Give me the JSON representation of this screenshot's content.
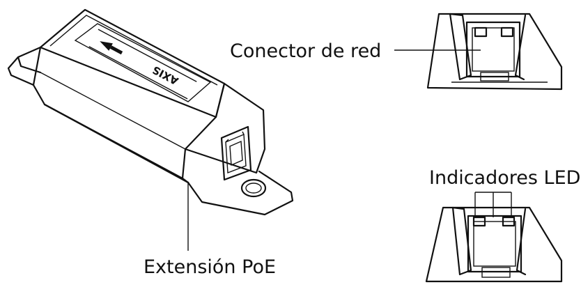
{
  "labels": {
    "network_connector": "Conector de red",
    "led_indicators": "Indicadores LED",
    "poe_extension": "Extensión PoE"
  },
  "device_logo": "AXIS",
  "icons": {
    "device": "poe-extender-device-icon",
    "port_top": "rj45-port-icon",
    "port_bottom": "rj45-port-led-icon"
  }
}
